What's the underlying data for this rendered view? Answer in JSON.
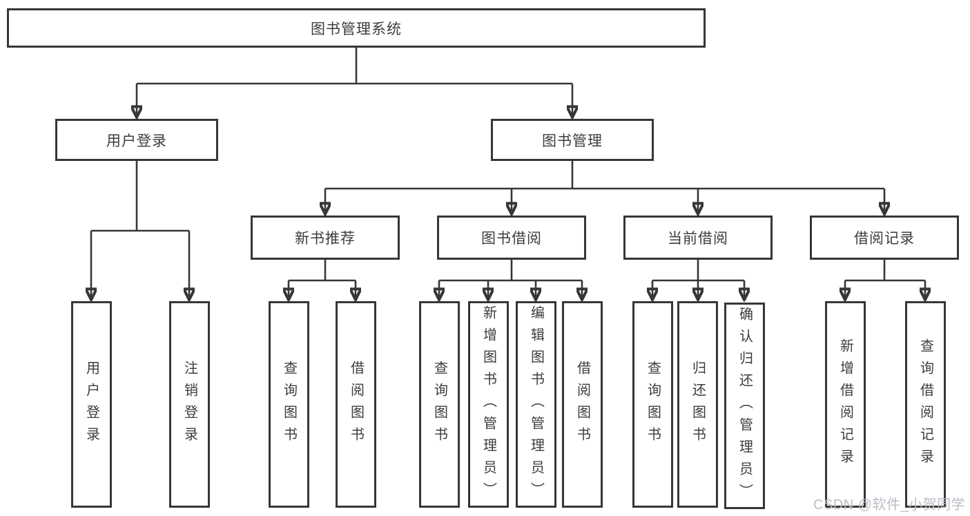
{
  "tree": {
    "label": "图书管理系统",
    "children": [
      {
        "label": "用户登录",
        "children": [
          {
            "label": "用户登录"
          },
          {
            "label": "注销登录"
          }
        ]
      },
      {
        "label": "图书管理",
        "children": [
          {
            "label": "新书推荐",
            "children": [
              {
                "label": "查询图书"
              },
              {
                "label": "借阅图书"
              }
            ]
          },
          {
            "label": "图书借阅",
            "children": [
              {
                "label": "查询图书"
              },
              {
                "label": "新增图书（管理员）"
              },
              {
                "label": "编辑图书（管理员）"
              },
              {
                "label": "借阅图书"
              }
            ]
          },
          {
            "label": "当前借阅",
            "children": [
              {
                "label": "查询图书"
              },
              {
                "label": "归还图书"
              },
              {
                "label": "确认归还（管理员）"
              }
            ]
          },
          {
            "label": "借阅记录",
            "children": [
              {
                "label": "新增借阅记录"
              },
              {
                "label": "查询借阅记录"
              }
            ]
          }
        ]
      }
    ]
  },
  "watermark": {
    "text": "CSDN @软件_小贺同学"
  },
  "colors": {
    "line": "#363636",
    "box_border": "#363636",
    "text": "#3c3c3c",
    "watermark": "#b9bdc3",
    "background": "#ffffff"
  }
}
